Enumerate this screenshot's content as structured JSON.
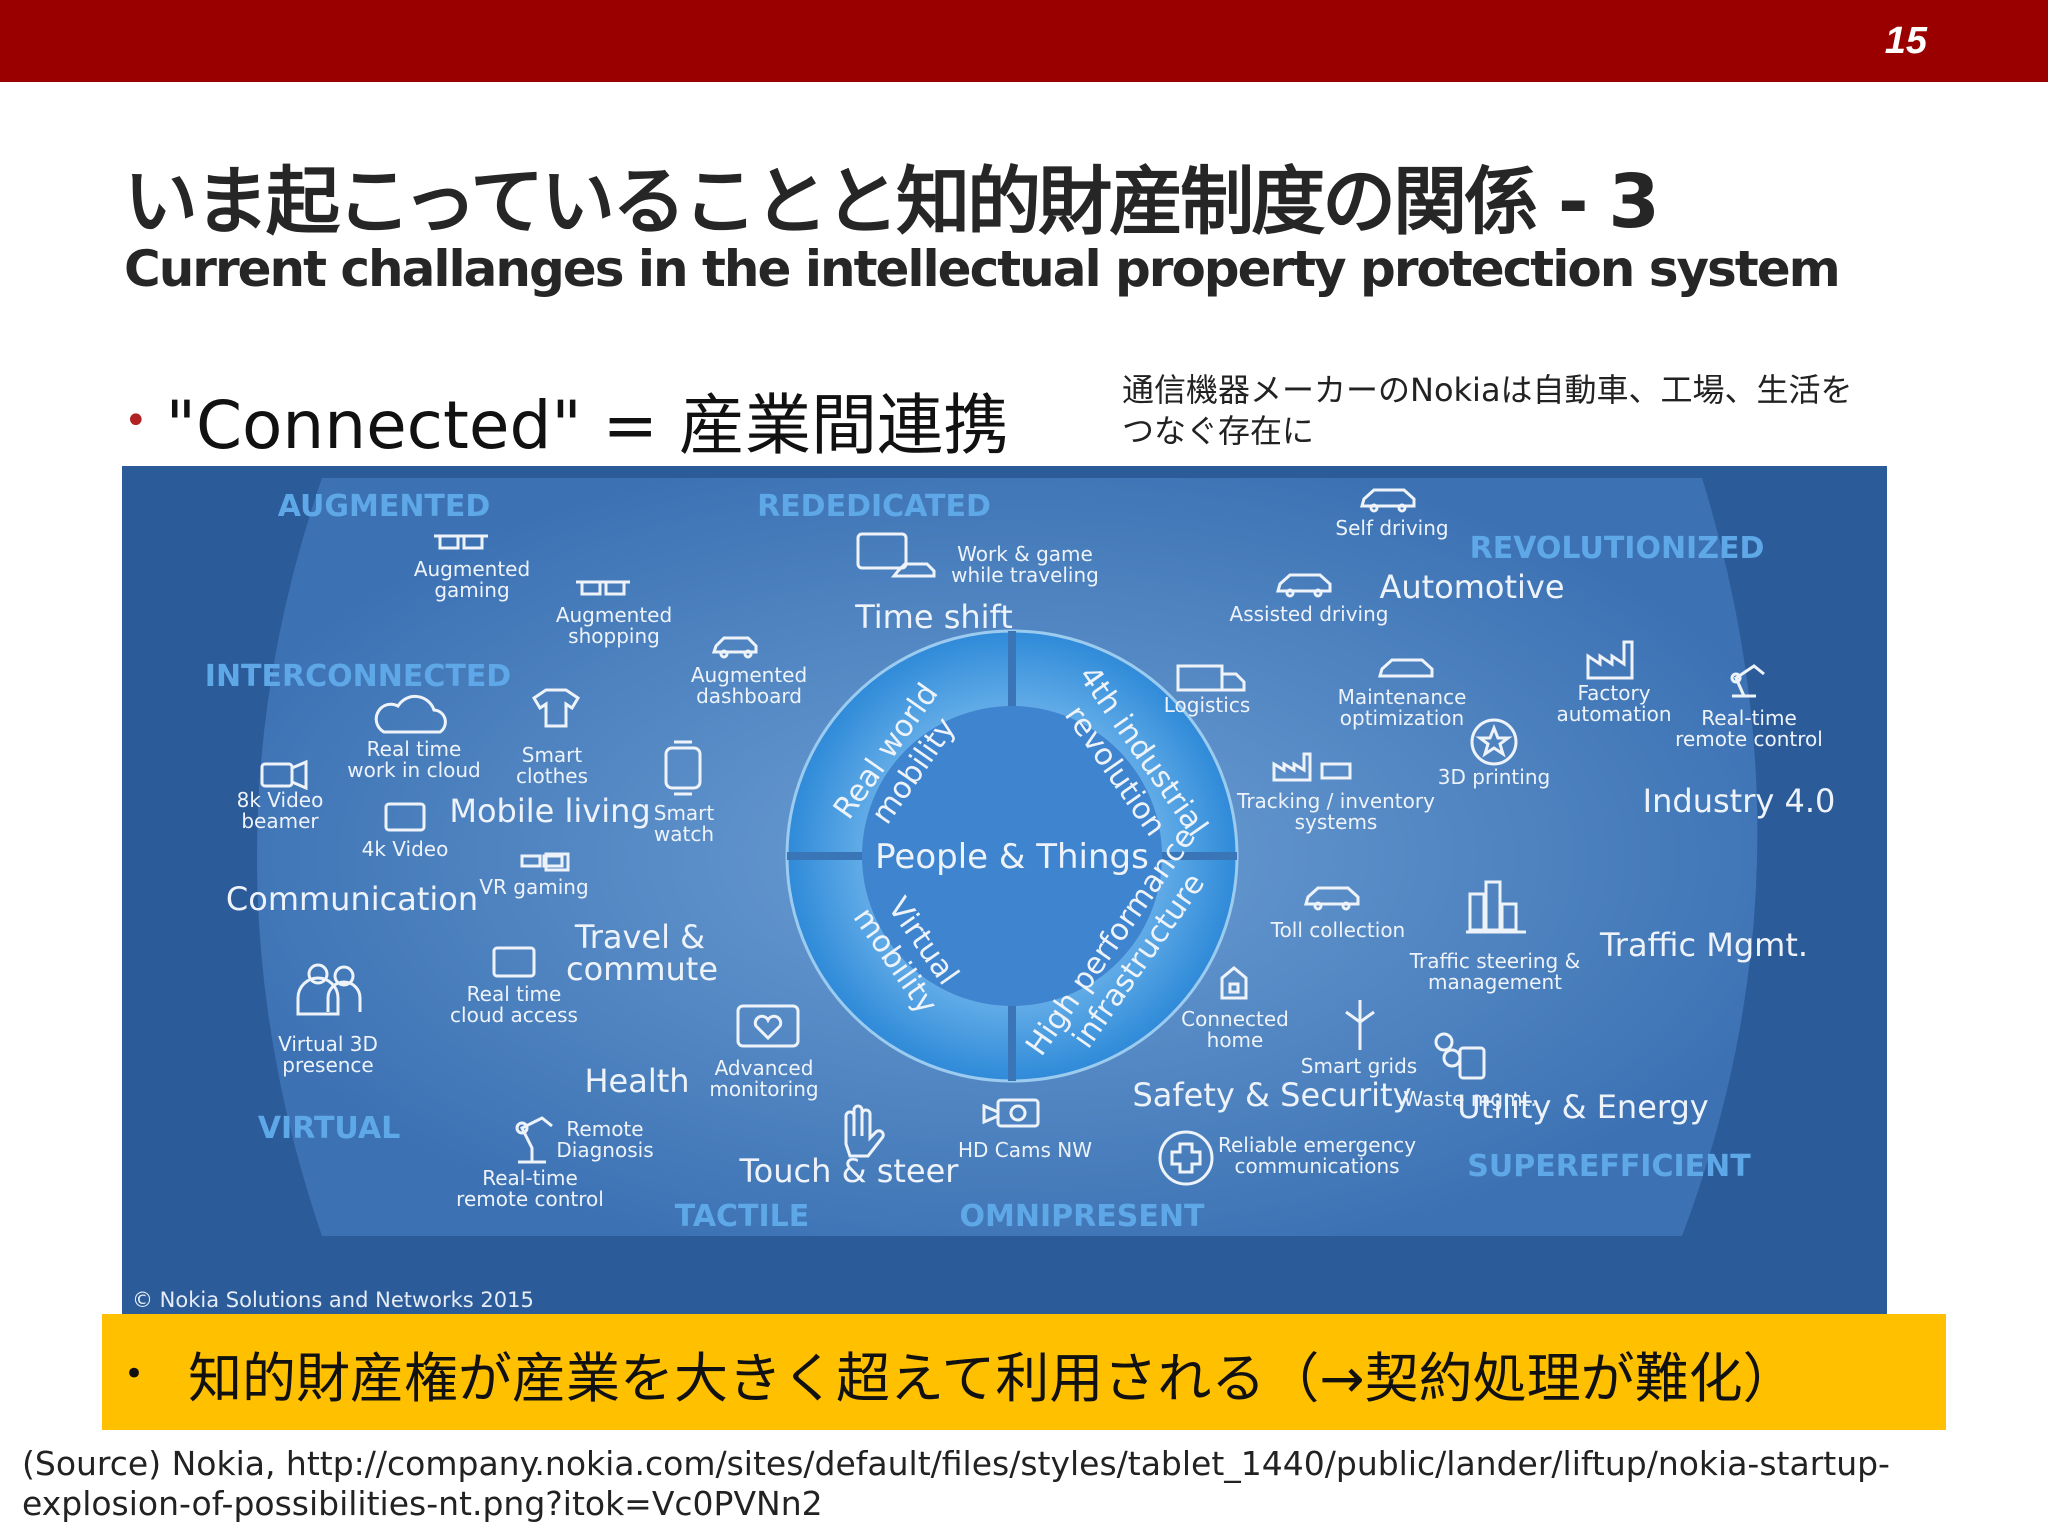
{
  "header": {
    "page_number": "15",
    "bar_color": "#9b0000"
  },
  "title": {
    "jp": "いま起こっていることと知的財産制度の関係 - 3",
    "en": "Current challanges in the intellectual property protection system"
  },
  "bullet": {
    "text": "\"Connected\" = 産業間連携"
  },
  "note": {
    "line1": "通信機器メーカーのNokiaは自動車、工場、生活を",
    "line2": "つなぐ存在に"
  },
  "diagram": {
    "center": "People & Things",
    "quadrants": {
      "real_world_mobility": [
        "Real world",
        "mobility"
      ],
      "industrial_revolution": [
        "4th industrial",
        "revolution"
      ],
      "virtual_mobility": [
        "Virtual",
        "mobility"
      ],
      "high_performance": [
        "High performance",
        "infrastructure"
      ]
    },
    "sections": {
      "augmented": "AUGMENTED",
      "rededicated": "REDEDICATED",
      "revolutionized": "REVOLUTIONIZED",
      "interconnected": "INTERCONNECTED",
      "virtual": "VIRTUAL",
      "tactile": "TACTILE",
      "omnipresent": "OMNIPRESENT",
      "superefficient": "SUPEREFFICIENT"
    },
    "categories": {
      "time_shift": "Time shift",
      "automotive": "Automotive",
      "mobile_living": "Mobile living",
      "communication": "Communication",
      "travel": [
        "Travel &",
        "commute"
      ],
      "health": "Health",
      "touch_steer": "Touch & steer",
      "safety": "Safety & Security",
      "utility": "Utility & Energy",
      "traffic": "Traffic Mgmt.",
      "industry": "Industry 4.0"
    },
    "items": {
      "augmented_gaming": [
        "Augmented",
        "gaming"
      ],
      "augmented_shopping": [
        "Augmented",
        "shopping"
      ],
      "augmented_dashboard": [
        "Augmented",
        "dashboard"
      ],
      "work_game": [
        "Work & game",
        "while traveling"
      ],
      "self_driving": "Self driving",
      "assisted_driving": "Assisted driving",
      "logistics": "Logistics",
      "maintenance": [
        "Maintenance",
        "optimization"
      ],
      "factory": [
        "Factory",
        "automation"
      ],
      "realtime_remote_right": [
        "Real-time",
        "remote control"
      ],
      "printing": "3D printing",
      "tracking": [
        "Tracking / inventory",
        "systems"
      ],
      "real_time_cloud": [
        "Real time",
        "work in cloud"
      ],
      "smart_clothes": [
        "Smart",
        "clothes"
      ],
      "smart_watch": [
        "Smart",
        "watch"
      ],
      "video_beamer": [
        "8k Video",
        "beamer"
      ],
      "video_4k": "4k Video",
      "vr_gaming": "VR gaming",
      "realtime_cloud_access": [
        "Real time",
        "cloud access"
      ],
      "virtual_3d": [
        "Virtual 3D",
        "presence"
      ],
      "advanced_monitoring": [
        "Advanced",
        "monitoring"
      ],
      "remote_diagnosis": [
        "Remote",
        "Diagnosis"
      ],
      "realtime_remote_left": [
        "Real-time",
        "remote control"
      ],
      "hd_cams": "HD Cams NW",
      "reliable_emergency": [
        "Reliable emergency",
        "communications"
      ],
      "connected_home": [
        "Connected",
        "home"
      ],
      "smart_grids": "Smart grids",
      "waste": "Waste mgmt.",
      "toll": "Toll collection",
      "traffic_steering": [
        "Traffic steering &",
        "management"
      ]
    },
    "copyright": "© Nokia Solutions and Networks 2015",
    "colors": {
      "background": "#2b5b99",
      "section_label": "#5fa8e8",
      "text": "#e8eef7"
    }
  },
  "banner": {
    "text": "知的財産権が産業を大きく超えて利用される（→契約処理が難化）",
    "color": "#ffc000"
  },
  "source": {
    "text": "(Source) Nokia, http://company.nokia.com/sites/default/files/styles/tablet_1440/public/lander/liftup/nokia-startup-explosion-of-possibilities-nt.png?itok=Vc0PVNn2"
  }
}
